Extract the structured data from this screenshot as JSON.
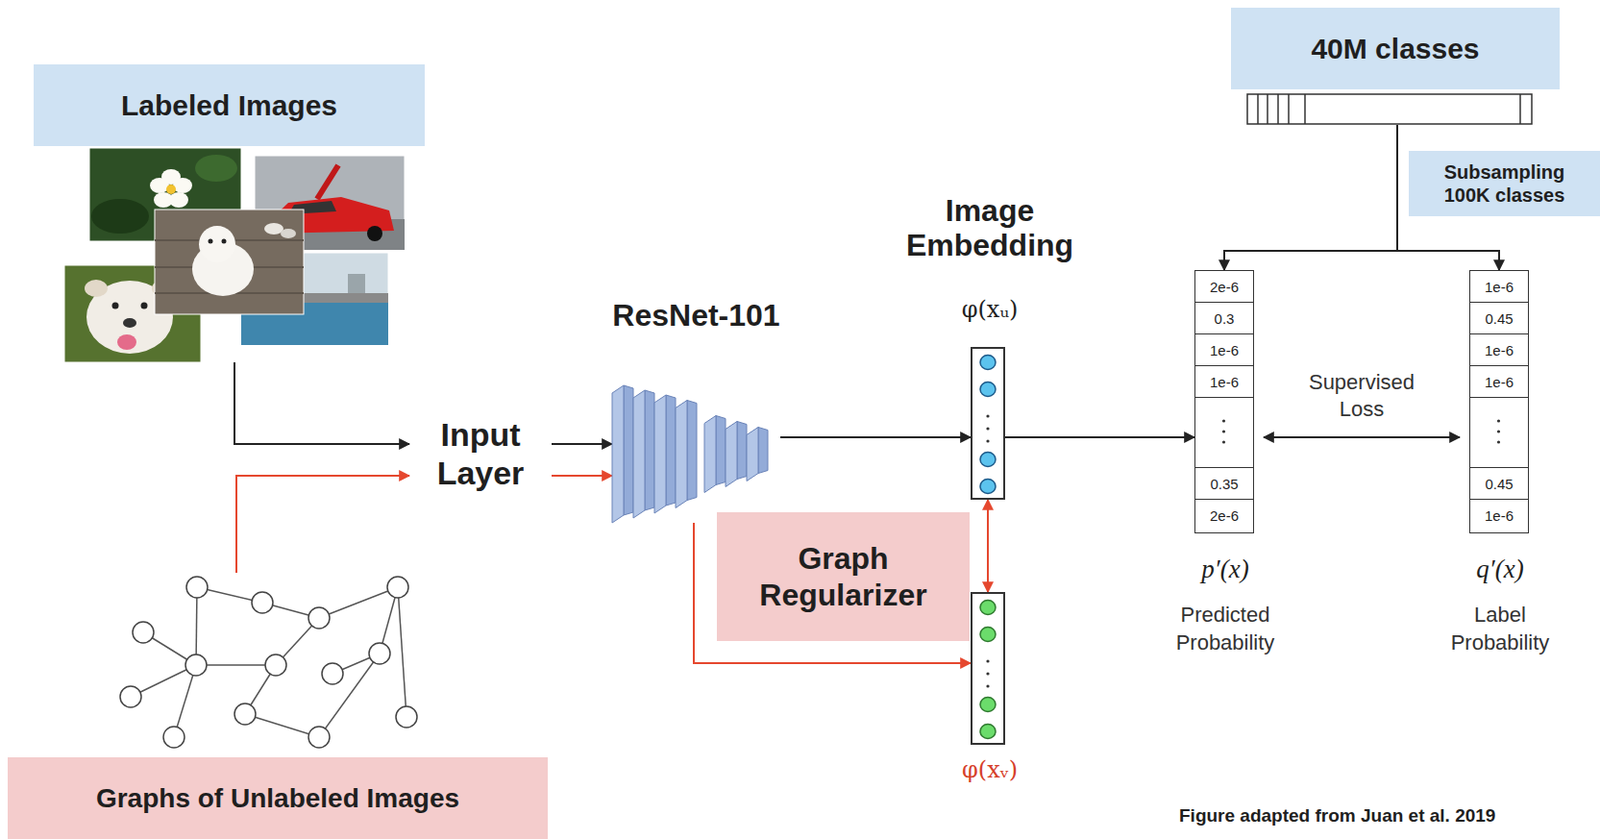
{
  "diagram": {
    "nodes": [
      {
        "text": [
          "Labeled Images"
        ]
      },
      {
        "text": [
          "Graphs of Unlabeled Images"
        ]
      },
      {
        "text": [
          "Input Layer"
        ]
      },
      {
        "text": [
          "ResNet-101"
        ]
      },
      {
        "text": [
          "Image Embedding",
          "φ(xᵤ)"
        ]
      },
      {
        "text": [
          "Graph Regularizer"
        ]
      },
      {
        "text": [
          "φ(xᵥ)"
        ]
      },
      {
        "text": [
          "40M classes"
        ]
      },
      {
        "text": [
          "Subsampling 100K classes"
        ]
      },
      {
        "text": [
          "2e-6",
          "0.3",
          "1e-6",
          "1e-6",
          "0.35",
          "2e-6",
          "p′(x)",
          "Predicted Probability"
        ]
      },
      {
        "text": [
          "1e-6",
          "0.45",
          "1e-6",
          "1e-6",
          "0.45",
          "1e-6",
          "q′(x)",
          "Label Probability"
        ]
      }
    ],
    "edges": [
      {
        "from": 0,
        "to": 2,
        "arrow": "to"
      },
      {
        "from": 1,
        "to": 2,
        "arrow": "to"
      },
      {
        "from": 2,
        "to": 3,
        "arrow": "to"
      },
      {
        "from": 2,
        "to": 3,
        "arrow": "to"
      },
      {
        "from": 3,
        "to": 4,
        "arrow": "to"
      },
      {
        "from": 3,
        "to": 6,
        "arrow": "to"
      },
      {
        "from": 4,
        "to": 6,
        "arrow": "both"
      },
      {
        "from": 4,
        "to": 9,
        "arrow": "to"
      },
      {
        "from": 9,
        "to": 10,
        "label": "Supervised Loss",
        "arrow": "both"
      },
      {
        "from": 7,
        "to": 9,
        "arrow": "to"
      },
      {
        "from": 7,
        "to": 10,
        "arrow": "to"
      }
    ],
    "labels": [
      "Figure adapted from Juan et al. 2019"
    ]
  }
}
